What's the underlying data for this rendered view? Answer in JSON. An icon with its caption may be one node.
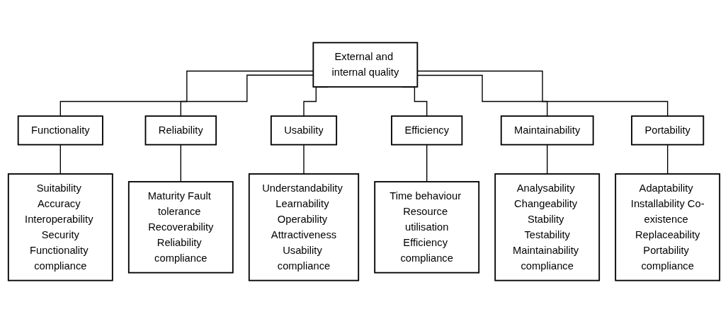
{
  "diagram": {
    "nodes": [
      {
        "text": [
          "External and internal quality"
        ]
      },
      {
        "text": [
          "Functionality"
        ]
      },
      {
        "text": [
          "Reliability"
        ]
      },
      {
        "text": [
          "Usability"
        ]
      },
      {
        "text": [
          "Efficiency"
        ]
      },
      {
        "text": [
          "Maintainability"
        ]
      },
      {
        "text": [
          "Portability"
        ]
      },
      {
        "text": [
          "Suitability Accuracy Interoperability Security",
          "Functionality compliance"
        ]
      },
      {
        "text": [
          "Maturity Fault tolerance Recoverability",
          "Reliability compliance"
        ]
      },
      {
        "text": [
          "Understandability Learnability Operability Attractiveness",
          "Usability compliance"
        ]
      },
      {
        "text": [
          "Time behaviour Resource utilisation",
          "Efficiency compliance"
        ]
      },
      {
        "text": [
          "Analysability Changeability Stability Testability",
          "Maintainability compliance"
        ]
      },
      {
        "text": [
          "Adaptability Installability Co-existence Replaceability",
          "Portability compliance"
        ]
      }
    ],
    "edges": [
      {
        "from": 0,
        "to": 1,
        "arrow": "none"
      },
      {
        "from": 0,
        "to": 2,
        "arrow": "none"
      },
      {
        "from": 0,
        "to": 3,
        "arrow": "none"
      },
      {
        "from": 0,
        "to": 4,
        "arrow": "none"
      },
      {
        "from": 0,
        "to": 5,
        "arrow": "none"
      },
      {
        "from": 0,
        "to": 6,
        "arrow": "none"
      },
      {
        "from": 1,
        "to": 7,
        "arrow": "none"
      },
      {
        "from": 2,
        "to": 8,
        "arrow": "none"
      },
      {
        "from": 3,
        "to": 9,
        "arrow": "none"
      },
      {
        "from": 4,
        "to": 10,
        "arrow": "none"
      },
      {
        "from": 5,
        "to": 11,
        "arrow": "none"
      },
      {
        "from": 6,
        "to": 12,
        "arrow": "none"
      }
    ]
  }
}
